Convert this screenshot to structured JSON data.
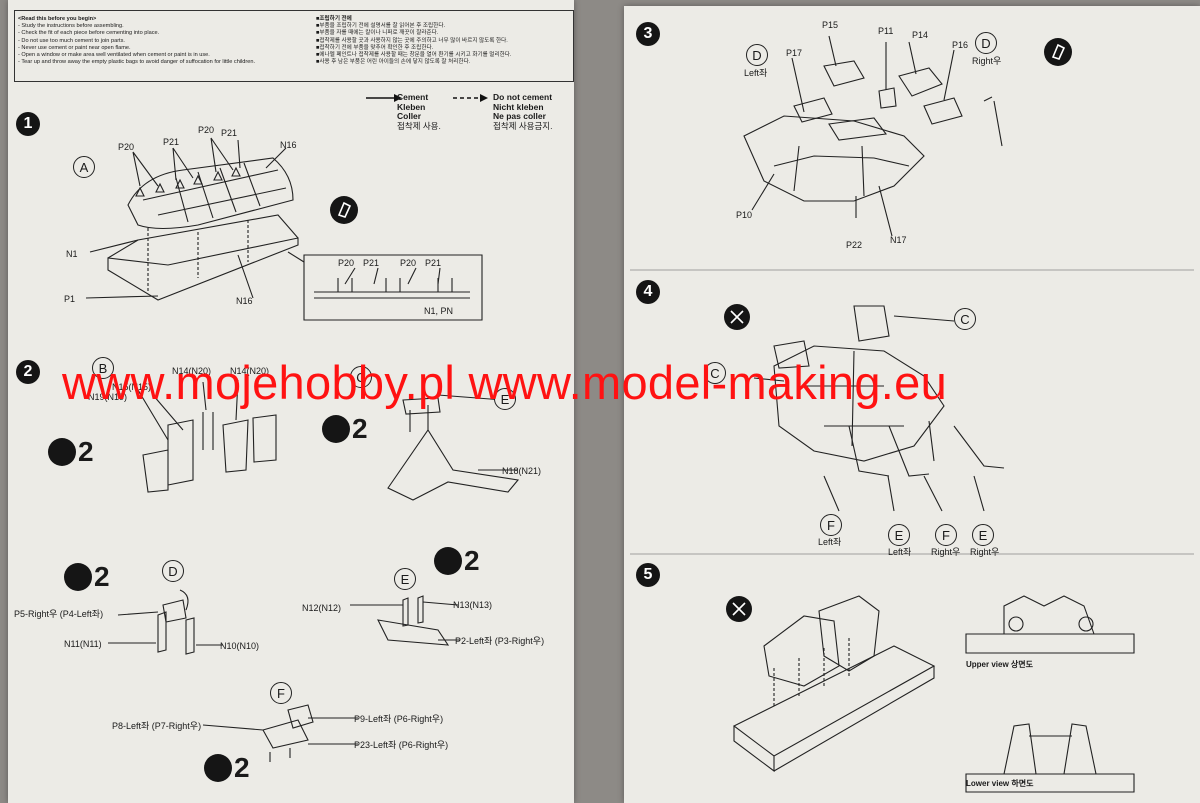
{
  "notes": {
    "en_title": "<Read this before you begin>",
    "en": [
      "- Study the instructions before assembling.",
      "- Check the fit of each piece before cementing into place.",
      "- Do not use too much cement to join parts.",
      "- Never use cement or paint near open flame.",
      "- Open a window or make area well ventilated when cement or paint is in use.",
      "- Tear up and throw away the empty plastic bags to avoid danger of suffocation for little children."
    ],
    "ko_title": "■조립하기 전에",
    "ko": [
      "■부품을 조립하기 전에 설명서를 잘 읽어본 후 조립한다.",
      "■부품을 자를 때에는 칼이나 니퍼로 깨끗이 잘라준다.",
      "■접착제를 사용할 곳과 사용하지 않는 곳에 주의하고 너무 많이 바르지 않도록 한다.",
      "■접착하기 전에 부품을 맞추어 확인한 후 조립한다.",
      "■에나멜 페인트나 접착제를 사용할 때는 창문을 열어 환기를 시키고 화기를 멀리한다.",
      "■사용 후 남은 부품은 어린 아이들의 손에 닿지 않도록 잘 처리한다."
    ]
  },
  "legend": {
    "cement": [
      "Cement",
      "Kleben",
      "Coller",
      "접착제 사용."
    ],
    "no_cement": [
      "Do not cement",
      "Nicht kleben",
      "Ne pas coller",
      "접착제 사용금지."
    ]
  },
  "steps": {
    "s1": "1",
    "s2": "2",
    "s3": "3",
    "s4": "4",
    "s5": "5"
  },
  "step1": {
    "sub": "A",
    "labels": [
      "P20",
      "P21",
      "P20",
      "P21",
      "N16",
      "N1",
      "P1",
      "N16"
    ],
    "inset": [
      "P20",
      "P21",
      "P20",
      "P21",
      "N1, PN"
    ]
  },
  "step2": {
    "subs": [
      "B",
      "C",
      "D",
      "E",
      "F"
    ],
    "repeat": "2",
    "b_labels": [
      "N19(N19)",
      "N15(N15)",
      "N14(N20)",
      "N14(N20)"
    ],
    "c_labels": [
      "N18(N21)"
    ],
    "d_labels": [
      "P5-Right우 (P4-Left좌)",
      "N11(N11)",
      "N10(N10)"
    ],
    "e_labels": [
      "N12(N12)",
      "N13(N13)",
      "P2-Left좌 (P3-Right우)"
    ],
    "f_labels": [
      "P8-Left좌 (P7-Right우)",
      "P9-Left좌 (P6-Right우)",
      "P23-Left좌 (P6-Right우)"
    ]
  },
  "step3": {
    "left_sub": "D",
    "left_label": "Left좌",
    "right_sub": "D",
    "right_label": "Right우",
    "labels": [
      "P15",
      "P11",
      "P14",
      "P17",
      "P16",
      "P10",
      "P22",
      "N17"
    ]
  },
  "step4": {
    "labels": [
      "C",
      "C"
    ],
    "bottom": [
      {
        "sub": "F",
        "text": "Left좌"
      },
      {
        "sub": "E",
        "text": "Left좌"
      },
      {
        "sub": "F",
        "text": "Right우"
      },
      {
        "sub": "E",
        "text": "Right우"
      }
    ]
  },
  "step5": {
    "upper": "Upper view 상면도",
    "lower": "Lower view 하면도"
  },
  "watermark": "www.mojehobby.pl www.model-making.eu"
}
